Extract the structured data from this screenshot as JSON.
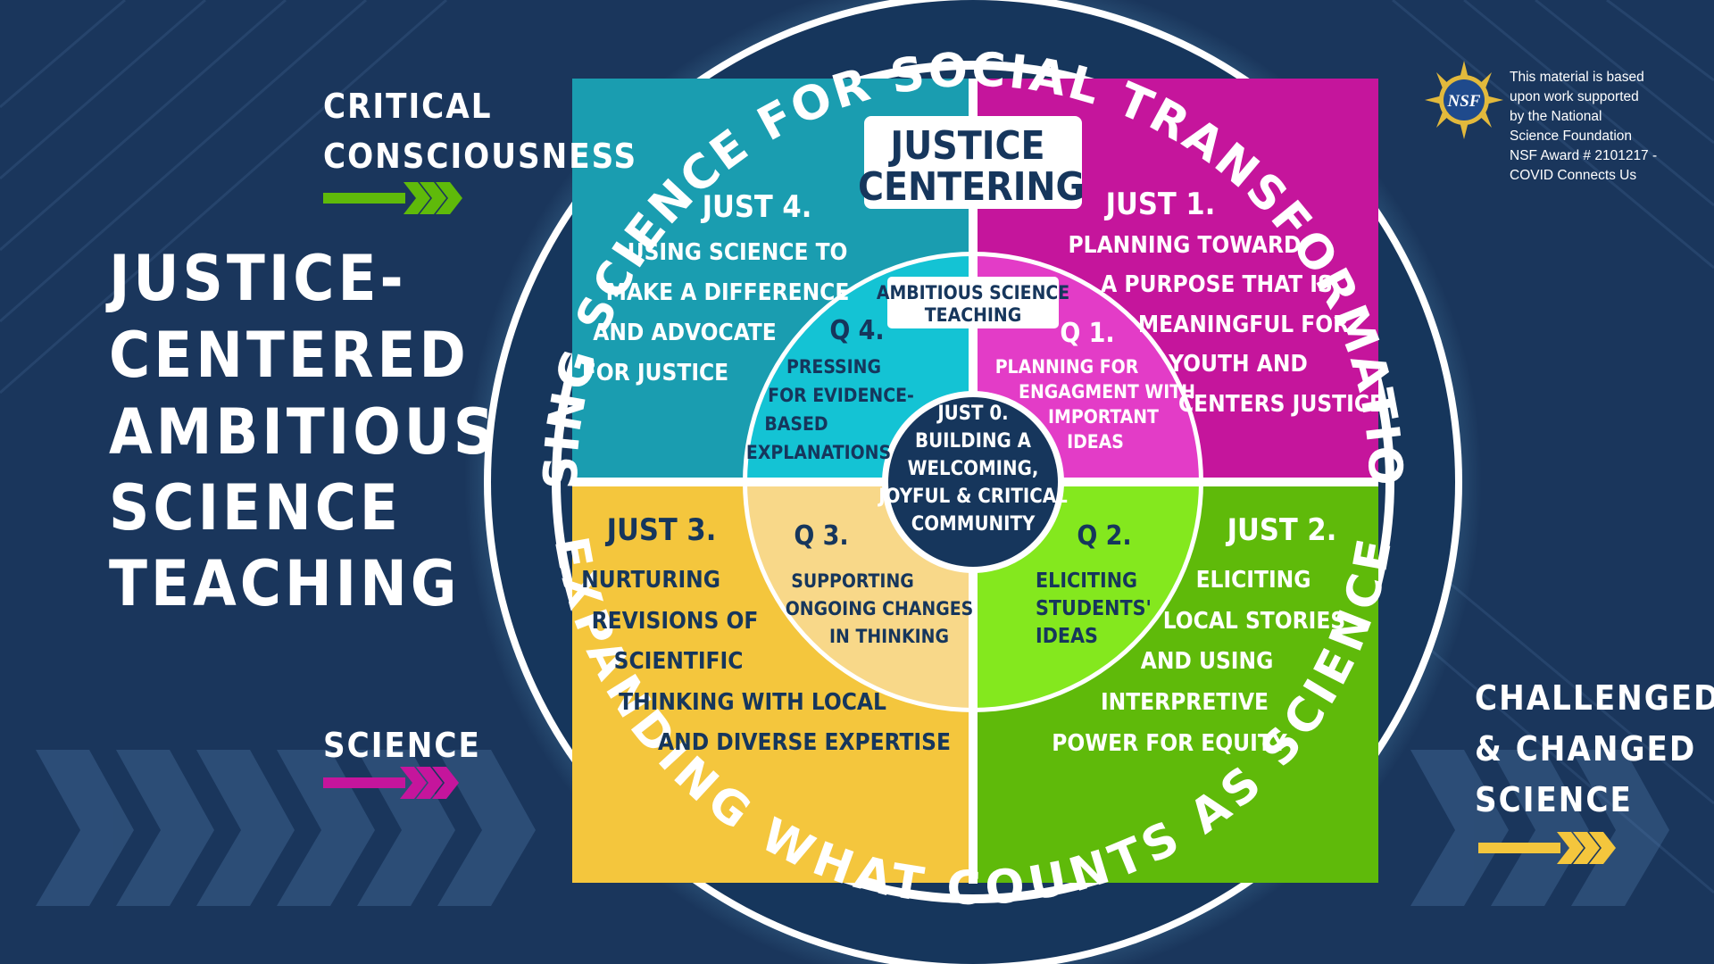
{
  "colors": {
    "background": "#1a365c",
    "ring": "#16365c",
    "just1": "#c5159c",
    "q1": "#e33cc7",
    "just2": "#5fba0a",
    "q2": "#84e81e",
    "just3": "#f4c63d",
    "q3": "#f8d889",
    "just4": "#1a9db0",
    "q4": "#14c3d4",
    "arrow_critical": "#5fba0a",
    "arrow_science": "#c5159c",
    "arrow_challenged": "#f4c63d"
  },
  "main_title": [
    "JUSTICE-",
    "CENTERED",
    "AMBITIOUS",
    "SCIENCE",
    "TEACHING"
  ],
  "labels": {
    "critical": [
      "CRITICAL",
      "CONSCIOUSNESS"
    ],
    "science": "SCIENCE",
    "challenged": [
      "CHALLENGED",
      "& CHANGED",
      "SCIENCE"
    ]
  },
  "nsf": {
    "logo_text": "NSF",
    "note": [
      "This material is based",
      "upon work supported",
      "by the National",
      "Science Foundation",
      "NSF Award # 2101217 -",
      "COVID Connects Us"
    ]
  },
  "ring": {
    "top_text": "USING SCIENCE FOR SOCIAL TRANSFORMATION",
    "bottom_text": "EXPANDING WHAT COUNTS AS SCIENCE"
  },
  "justice_centering": [
    "JUSTICE",
    "CENTERING"
  ],
  "ambitious_label": [
    "AMBITIOUS SCIENCE",
    "TEACHING"
  ],
  "center": [
    "JUST 0.",
    "BUILDING A",
    "WELCOMING,",
    "JOYFUL & CRITICAL",
    "COMMUNITY"
  ],
  "quadrants": {
    "just1": {
      "title": "JUST 1.",
      "lines": [
        "PLANNING TOWARD",
        "A PURPOSE THAT IS",
        "MEANINGFUL FOR",
        "YOUTH AND",
        "CENTERS JUSTICE"
      ]
    },
    "just2": {
      "title": "JUST 2.",
      "lines": [
        "ELICITING",
        "LOCAL STORIES",
        "AND USING",
        "INTERPRETIVE",
        "POWER FOR EQUITY"
      ]
    },
    "just3": {
      "title": "JUST 3.",
      "lines": [
        "NURTURING",
        "REVISIONS OF",
        "SCIENTIFIC",
        "THINKING WITH LOCAL",
        "AND DIVERSE EXPERTISE"
      ]
    },
    "just4": {
      "title": "JUST 4.",
      "lines": [
        "USING SCIENCE TO",
        "MAKE A DIFFERENCE",
        "AND ADVOCATE",
        "FOR JUSTICE"
      ]
    },
    "q1": {
      "title": "Q 1.",
      "lines": [
        "PLANNING FOR",
        "ENGAGMENT WITH",
        "IMPORTANT",
        "IDEAS"
      ]
    },
    "q2": {
      "title": "Q 2.",
      "lines": [
        "ELICITING",
        "STUDENTS'",
        "IDEAS"
      ]
    },
    "q3": {
      "title": "Q 3.",
      "lines": [
        "SUPPORTING",
        "ONGOING CHANGES",
        "IN THINKING"
      ]
    },
    "q4": {
      "title": "Q 4.",
      "lines": [
        "PRESSING",
        "FOR EVIDENCE-",
        "BASED",
        "EXPLANATIONS"
      ]
    }
  }
}
